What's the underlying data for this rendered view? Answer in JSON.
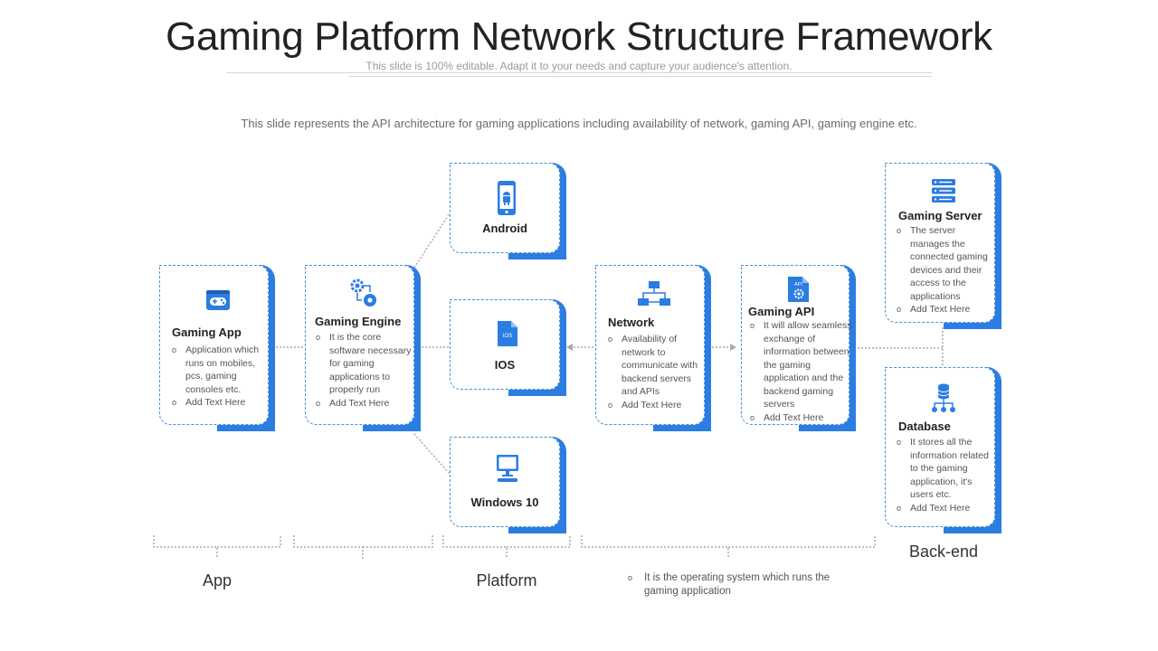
{
  "header": {
    "title": "Gaming Platform Network Structure Framework",
    "subtitle": "This slide is 100% editable. Adapt it to your needs and capture your audience's attention.",
    "description": "This slide represents the API architecture for gaming applications including availability of network, gaming API, gaming engine etc."
  },
  "colors": {
    "accent": "#2b7de1",
    "border": "#4a8fd9",
    "connector": "#aaaaaa"
  },
  "cards": {
    "gaming_app": {
      "icon": "gamepad-icon",
      "title": "Gaming App",
      "bullets": [
        "Application which runs on mobiles, pcs, gaming consoles etc.",
        "Add Text Here"
      ]
    },
    "gaming_engine": {
      "icon": "gears-icon",
      "title": "Gaming Engine",
      "bullets": [
        "It is the core software necessary for gaming applications to properly run",
        "Add Text Here"
      ]
    },
    "android": {
      "icon": "android-phone-icon",
      "title": "Android"
    },
    "ios": {
      "icon": "ios-file-icon",
      "title": "IOS"
    },
    "windows": {
      "icon": "monitor-icon",
      "title": "Windows 10"
    },
    "network": {
      "icon": "network-icon",
      "title": "Network",
      "bullets": [
        "Availability of network to communicate with backend servers and APIs",
        "Add Text Here"
      ]
    },
    "gaming_api": {
      "icon": "api-file-icon",
      "title": "Gaming API",
      "bullets": [
        "It will allow seamless exchange of information between the gaming application and the backend gaming servers",
        "Add Text Here"
      ]
    },
    "gaming_server": {
      "icon": "server-icon",
      "title": "Gaming Server",
      "bullets": [
        "The server manages the connected gaming devices and their access to the applications",
        "Add Text Here"
      ]
    },
    "database": {
      "icon": "database-icon",
      "title": "Database",
      "bullets": [
        "It stores all the information related to the gaming application, it's users etc.",
        "Add Text Here"
      ]
    }
  },
  "groups": {
    "app": "App",
    "platform": "Platform",
    "backend": "Back-end"
  },
  "note": "It is the operating system which runs the gaming application"
}
